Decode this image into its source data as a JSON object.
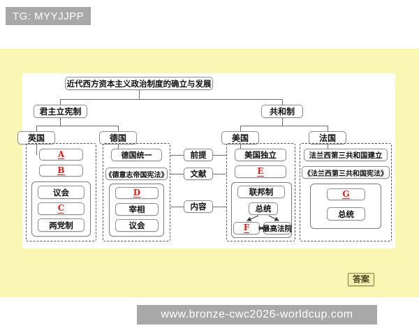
{
  "watermarks": {
    "top_left": "TG: MYYJJPP",
    "bottom": "www.bronze-cwc2026-worldcup.com"
  },
  "panel": {
    "background_color": "#faf7b5",
    "canvas_color": "#ffffff",
    "answer_button": "答案"
  },
  "diagram": {
    "type": "tree",
    "title": "近代西方资本主义政治制度的确立与发展",
    "branches": [
      {
        "label": "君主立宪制",
        "countries": [
          {
            "name": "英国",
            "items": [
              "A",
              "B"
            ],
            "inner_items": [
              "议会",
              "C",
              "两党制"
            ]
          },
          {
            "name": "德国",
            "items": [
              "德国统一",
              "《德意志帝国宪法》"
            ],
            "inner_items": [
              "D",
              "宰相",
              "议会"
            ]
          }
        ]
      },
      {
        "label": "共和制",
        "countries": [
          {
            "name": "美国",
            "items": [
              "美国独立",
              "E"
            ],
            "inner_items": [
              "联邦制",
              "总统",
              "F",
              "最高法院"
            ]
          },
          {
            "name": "法国",
            "items": [
              "法兰西第三共和国建立",
              "《法兰西第三共和国宪法》"
            ],
            "inner_items": [
              "G",
              "总统"
            ]
          }
        ]
      }
    ],
    "connector_labels": [
      "前提",
      "文献",
      "内容"
    ],
    "blank_letters": [
      "A",
      "B",
      "C",
      "D",
      "E",
      "F",
      "G"
    ],
    "blank_letter_color": "#e01b18"
  }
}
